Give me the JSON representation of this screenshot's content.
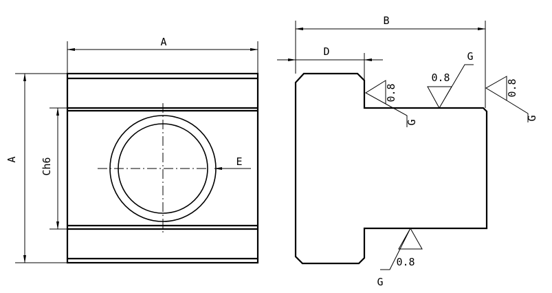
{
  "labels": {
    "width_a_top": "A",
    "height_a_left": "A",
    "slot_ch6": "Ch6",
    "thread_e": "E",
    "length_b": "B",
    "head_d": "D"
  },
  "surface_marks": [
    {
      "roughness": "0.8",
      "grade": "G"
    },
    {
      "roughness": "0.8",
      "grade": "G"
    },
    {
      "roughness": "0.8",
      "grade": "G"
    },
    {
      "roughness": "0.8",
      "grade": "G"
    }
  ]
}
